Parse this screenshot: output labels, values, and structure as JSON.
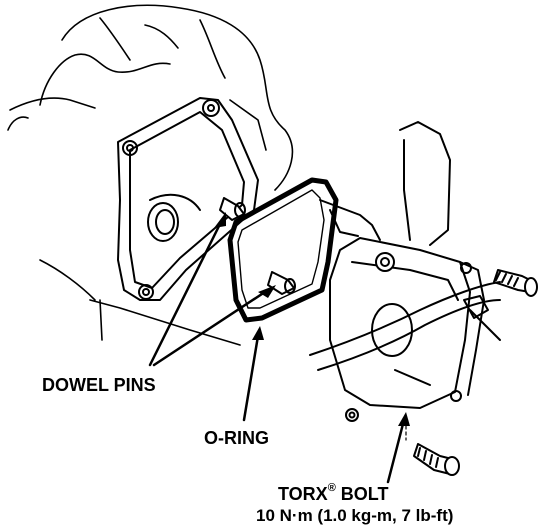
{
  "labels": {
    "dowel_pins": "DOWEL PINS",
    "o_ring": "O-RING",
    "torx_bolt_name": "TORX",
    "torx_bolt_registered": "®",
    "torx_bolt_suffix": " BOLT",
    "torque_spec": "10 N·m (1.0 kg-m, 7 lb-ft)"
  }
}
